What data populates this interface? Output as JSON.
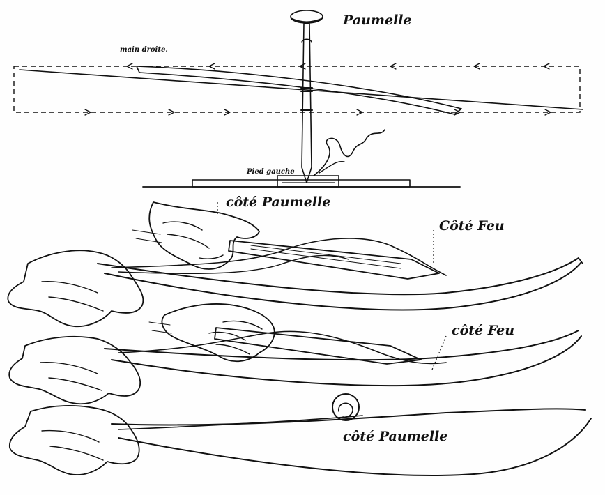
{
  "labels": {
    "paumelle_top": "Paumelle",
    "main_droite": "main droite.",
    "pied_gauche": "Pied gauche",
    "cote_paumelle_1": "côté Paumelle",
    "cote_feu_1": "Côté Feu",
    "cote_feu_2": "côté Feu",
    "cote_paumelle_2": "côté Paumelle"
  },
  "colors": {
    "ink": "#111111",
    "paper": "#fefefe"
  }
}
